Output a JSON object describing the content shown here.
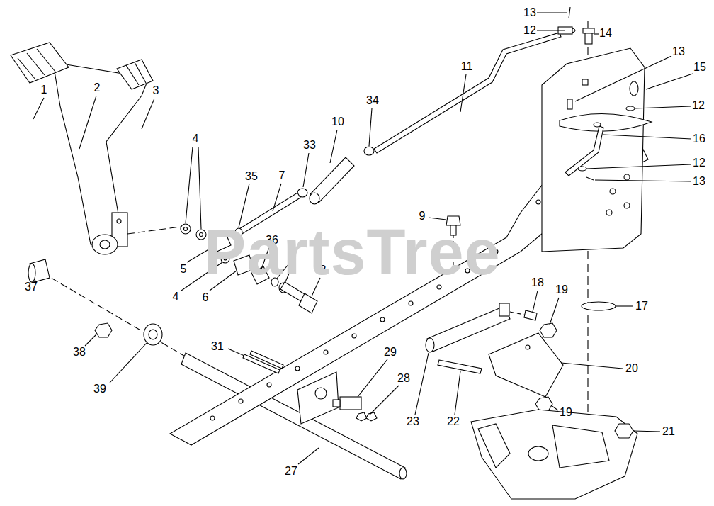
{
  "diagram": {
    "labels": [
      "1",
      "2",
      "3",
      "4",
      "35",
      "7",
      "33",
      "10",
      "34",
      "11",
      "13",
      "12",
      "14",
      "13",
      "15",
      "12",
      "16",
      "12",
      "13",
      "9",
      "36",
      "4",
      "8",
      "5",
      "4",
      "6",
      "37",
      "38",
      "39",
      "31",
      "29",
      "28",
      "27",
      "18",
      "19",
      "17",
      "20",
      "19",
      "22",
      "23",
      "21",
      "PartsTree"
    ]
  }
}
